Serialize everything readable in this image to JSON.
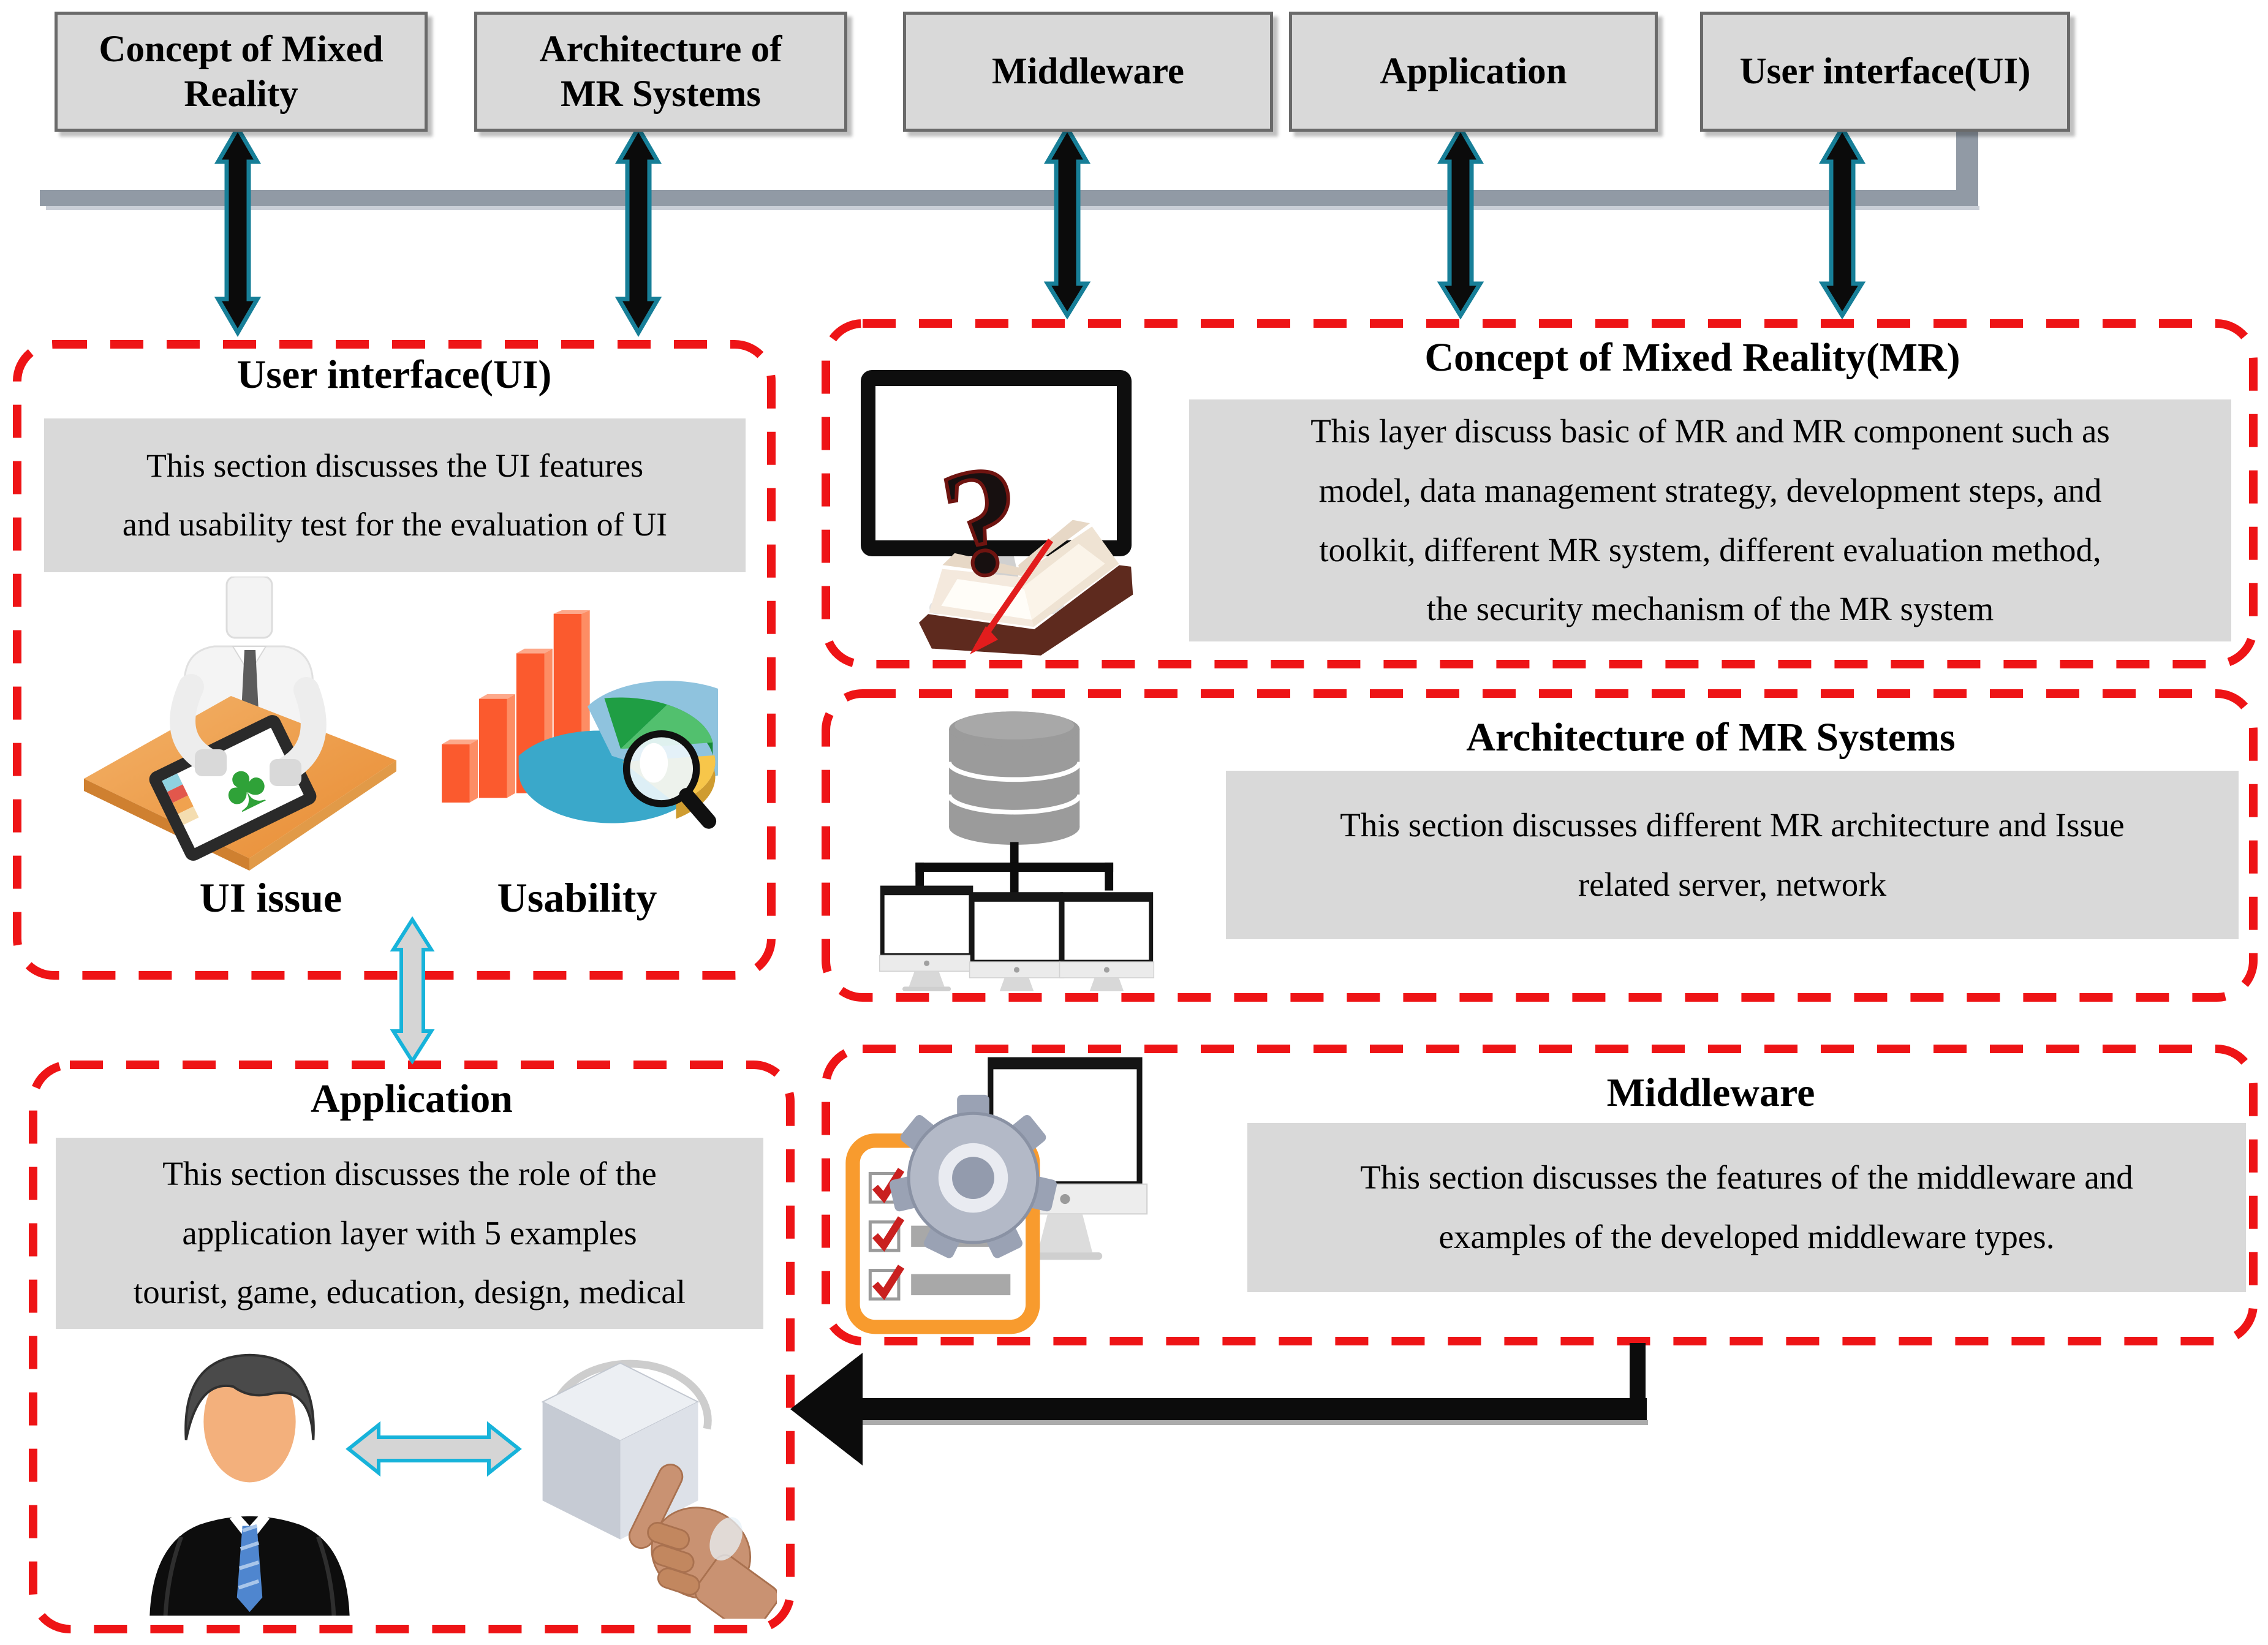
{
  "top_row": {
    "boxes": [
      {
        "id": "concept",
        "label": "Concept of Mixed\nReality"
      },
      {
        "id": "architecture",
        "label": "Architecture of\nMR Systems"
      },
      {
        "id": "middleware",
        "label": "Middleware"
      },
      {
        "id": "application",
        "label": "Application"
      },
      {
        "id": "ui",
        "label": "User interface(UI)"
      }
    ]
  },
  "sections": {
    "ui": {
      "title": "User interface(UI)",
      "body": "This section discusses the UI features\nand usability test for the evaluation of UI",
      "ui_issue_label": "UI issue",
      "usability_label": "Usability"
    },
    "concept": {
      "title": "Concept of Mixed Reality(MR)",
      "body": "This layer discuss basic of MR and MR component such as\nmodel, data management strategy, development steps, and\ntoolkit, different MR system, different evaluation method,\nthe security mechanism of the MR system"
    },
    "architecture": {
      "title": "Architecture of MR Systems",
      "body": "This section discusses different MR architecture and Issue\nrelated server, network"
    },
    "middleware": {
      "title": "Middleware",
      "body": "This section discusses the features of the middleware and\nexamples of the developed middleware types."
    },
    "application": {
      "title": "Application",
      "body": "This section discusses the role of the\napplication layer with 5 examples\ntourist, game, education, design, medical"
    }
  },
  "icons": {
    "concept_icon": "monitor-open-book-question-icon",
    "question_glyph": "?",
    "architecture_icon": "database-three-monitors-icon",
    "middleware_icon": "checklist-gear-monitor-icon",
    "ui_issue_icon": "person-desk-tablet-icon",
    "clover_glyph": "♣",
    "usability_icon": "bar-chart-pie-magnifier-icon",
    "application_icon": "person-cube-hand-icon"
  },
  "colors": {
    "dashed_border": "#ee1416",
    "arrow_outline_teal": "#177f98",
    "cyan_arrow": "#17b3da",
    "connector_gray": "#919aa5",
    "box_fill": "#d9d9d9",
    "box_border": "#6a6a6a",
    "bar_orange": "#fb5a2e",
    "clipboard_orange": "#f89b2e"
  }
}
